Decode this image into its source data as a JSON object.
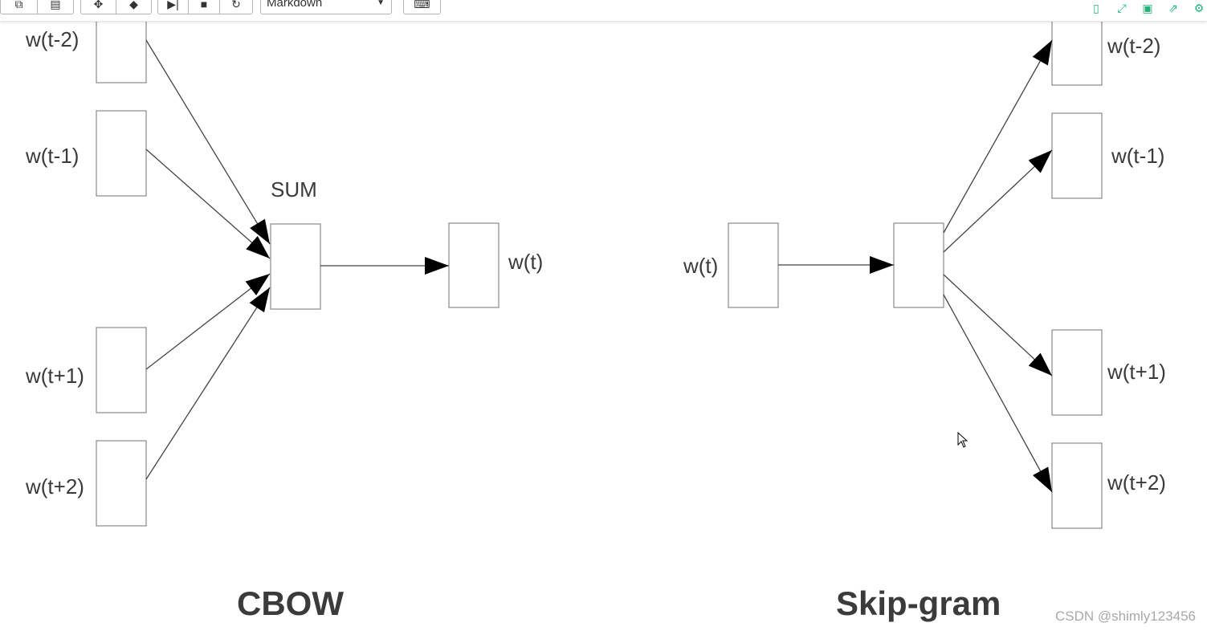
{
  "toolbar": {
    "cell_type_select": "Markdown",
    "icons": [
      "copy-cell-icon",
      "paste-cell-icon",
      "move-up-icon",
      "move-down-icon",
      "run-cell-icon",
      "stop-icon",
      "restart-icon",
      "keyboard-icon"
    ],
    "right_icons": [
      "bookmark-icon",
      "expand-icon",
      "save-icon",
      "share-icon",
      "settings-icon"
    ],
    "accent_color": "#23b07a"
  },
  "cbow": {
    "title": "CBOW",
    "sum_label": "SUM",
    "inputs": [
      "w(t-2)",
      "w(t-1)",
      "w(t+1)",
      "w(t+2)"
    ],
    "output": "w(t)"
  },
  "skipgram": {
    "title": "Skip-gram",
    "input": "w(t)",
    "outputs": [
      "w(t-2)",
      "w(t-1)",
      "w(t+1)",
      "w(t+2)"
    ]
  },
  "watermark": "CSDN @shimly123456"
}
